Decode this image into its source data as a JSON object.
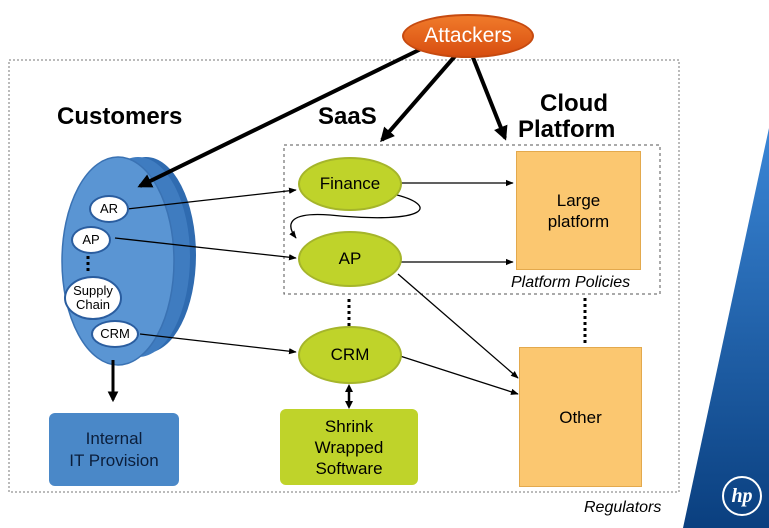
{
  "attackers": "Attackers",
  "headers": {
    "customers": "Customers",
    "saas": "SaaS",
    "cloud_line1": "Cloud",
    "cloud_line2": "Platform"
  },
  "customer_items": {
    "ar": "AR",
    "ap": "AP",
    "supply_line1": "Supply",
    "supply_line2": "Chain",
    "crm": "CRM"
  },
  "saas_items": {
    "finance": "Finance",
    "ap": "AP",
    "crm": "CRM"
  },
  "platform": {
    "large_line1": "Large",
    "large_line2": "platform",
    "other": "Other",
    "policies": "Platform Policies"
  },
  "internal": {
    "line1": "Internal",
    "line2": "IT Provision"
  },
  "shrink": {
    "line1": "Shrink",
    "line2": "Wrapped",
    "line3": "Software"
  },
  "regulators": "Regulators",
  "logo_text": "hp",
  "colors": {
    "attackers_fill": "#e8661e",
    "customers_fill": "#4a88c8",
    "saas_fill": "#bfd32a",
    "platform_fill": "#fbc770",
    "brand_blue": "#0b4a8a"
  }
}
